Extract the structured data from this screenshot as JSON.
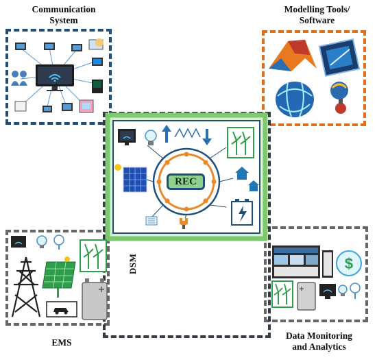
{
  "labels": {
    "communication": [
      "Communication",
      "System"
    ],
    "modelling": [
      "Modelling Tools/",
      "Software"
    ],
    "ems": "EMS",
    "data_monitoring": [
      "Data Monitoring",
      "and Analytics"
    ],
    "dsm": "DSM",
    "rec": "REC"
  },
  "colors": {
    "communication_border": "#1f4e79",
    "modelling_border": "#e07020",
    "center_green": "#7ec96f",
    "ring_orange": "#e88a2a",
    "gray_border": "#666666"
  },
  "icons": [
    "computer-network-icon",
    "matlab-icon",
    "software-window-icon",
    "globe-mesh-icon",
    "globe-fire-icon",
    "solar-panel-icon",
    "wind-turbine-icon",
    "house-icon",
    "battery-icon",
    "monitor-icon",
    "bulb-icon",
    "power-tower-icon",
    "electric-car-icon",
    "dollar-icon",
    "dashboard-screens-icon",
    "fan-icon",
    "plug-icon"
  ]
}
